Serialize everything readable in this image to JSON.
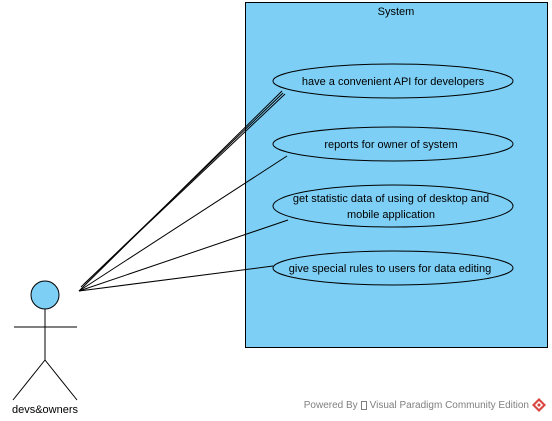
{
  "system": {
    "title": "System",
    "fill": "#7dcff5"
  },
  "actor": {
    "name": "devs&owners",
    "head_fill": "#7dcff5"
  },
  "use_cases": [
    {
      "line1": "have a convenient API for developers",
      "line2": ""
    },
    {
      "line1": "reports for owner of system",
      "line2": ""
    },
    {
      "line1": "get statistic data of using of desktop and",
      "line2": "mobile application"
    },
    {
      "line1": "give special rules to users for data editing",
      "line2": ""
    }
  ],
  "footer": {
    "prefix": "Powered By",
    "suffix": "Visual Paradigm Community Edition",
    "icon": "vp-logo-icon"
  }
}
